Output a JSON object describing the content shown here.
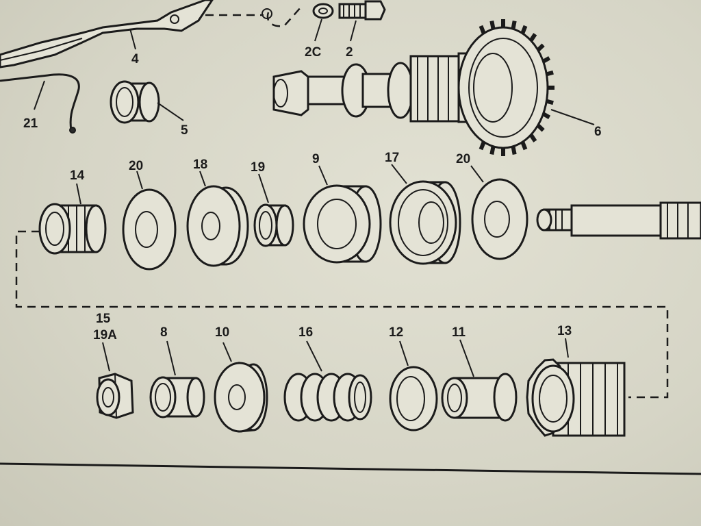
{
  "labels": {
    "l4": "4",
    "l2c": "2C",
    "l2": "2",
    "l21": "21",
    "l5": "5",
    "l6": "6",
    "l14": "14",
    "l20a": "20",
    "l18": "18",
    "l19": "19",
    "l9": "9",
    "l17": "17",
    "l20b": "20",
    "l15": "15",
    "l19a": "19A",
    "l8": "8",
    "l10": "10",
    "l16": "16",
    "l12": "12",
    "l11": "11",
    "l13": "13"
  },
  "colors": {
    "paper": "#d9d8c9",
    "ink": "#1b1b1b"
  }
}
